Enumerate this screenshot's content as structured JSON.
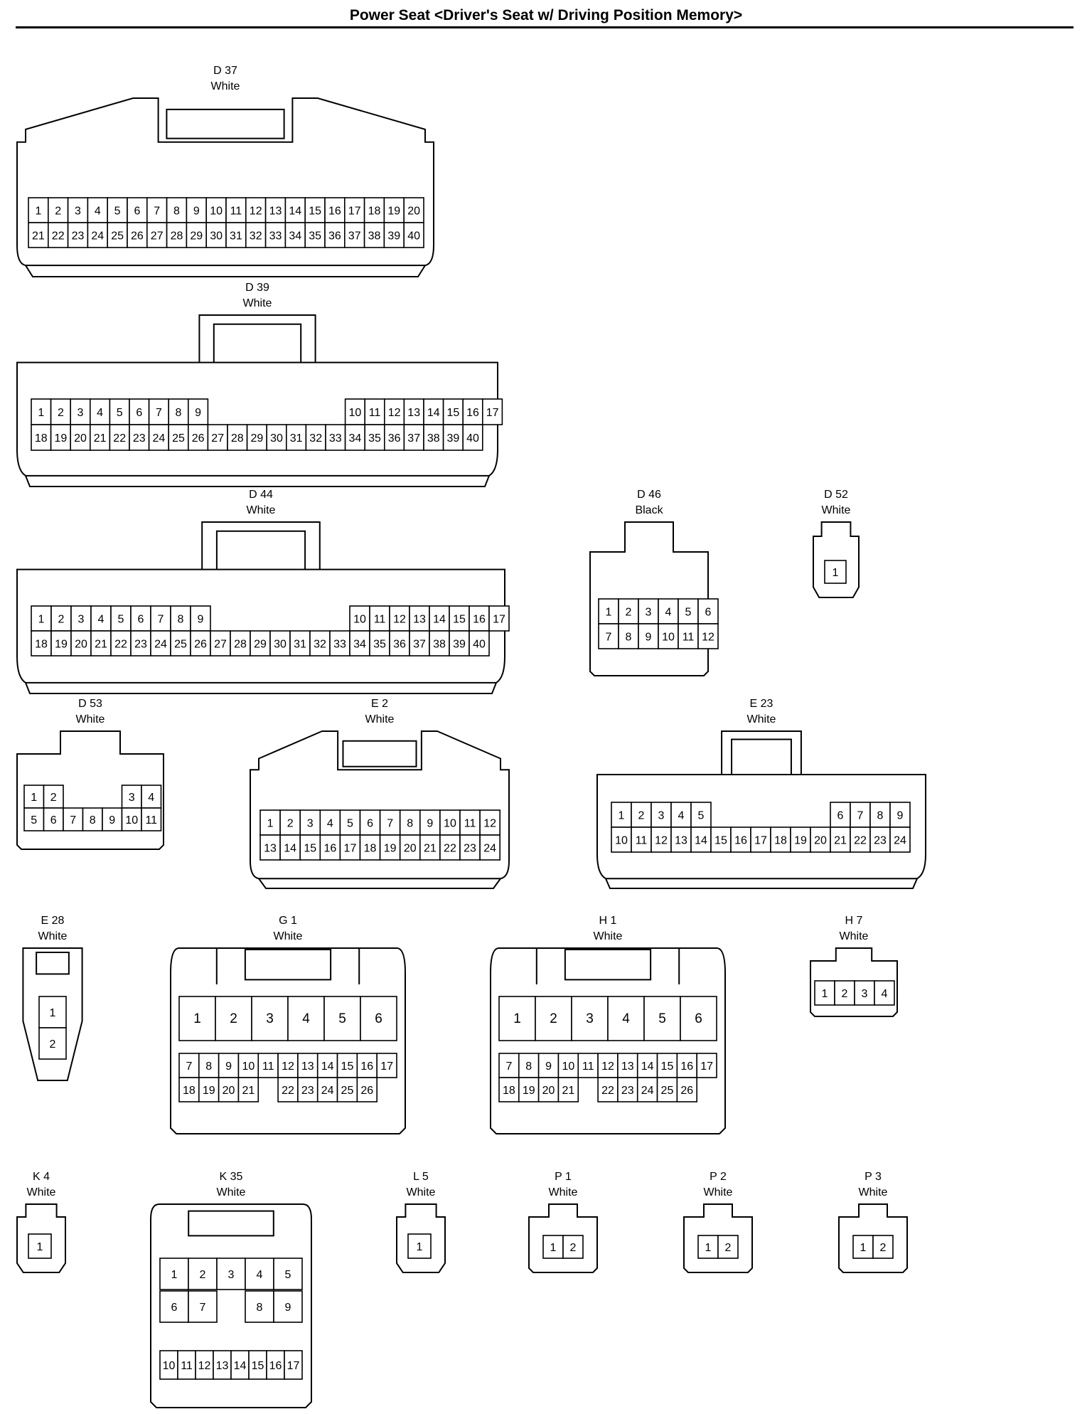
{
  "title": "Power Seat <Driver's Seat w/ Driving Position Memory>",
  "connectors": [
    {
      "id": "D 37",
      "color": "White",
      "rows": [
        [
          "1",
          "2",
          "3",
          "4",
          "5",
          "6",
          "7",
          "8",
          "9",
          "10",
          "11",
          "12",
          "13",
          "14",
          "15",
          "16",
          "17",
          "18",
          "19",
          "20"
        ],
        [
          "21",
          "22",
          "23",
          "24",
          "25",
          "26",
          "27",
          "28",
          "29",
          "30",
          "31",
          "32",
          "33",
          "34",
          "35",
          "36",
          "37",
          "38",
          "39",
          "40"
        ]
      ]
    },
    {
      "id": "D 39",
      "color": "White",
      "rows": [
        [
          "1",
          "2",
          "3",
          "4",
          "5",
          "6",
          "7",
          "8",
          "9",
          "",
          "",
          "",
          "",
          "",
          "",
          "",
          "10",
          "11",
          "12",
          "13",
          "14",
          "15",
          "16",
          "17"
        ],
        [
          "18",
          "19",
          "20",
          "21",
          "22",
          "23",
          "24",
          "25",
          "26",
          "27",
          "28",
          "29",
          "30",
          "31",
          "32",
          "33",
          "34",
          "35",
          "36",
          "37",
          "38",
          "39",
          "40"
        ]
      ]
    },
    {
      "id": "D 44",
      "color": "White",
      "rows": [
        [
          "1",
          "2",
          "3",
          "4",
          "5",
          "6",
          "7",
          "8",
          "9",
          "",
          "",
          "",
          "",
          "",
          "",
          "",
          "10",
          "11",
          "12",
          "13",
          "14",
          "15",
          "16",
          "17"
        ],
        [
          "18",
          "19",
          "20",
          "21",
          "22",
          "23",
          "24",
          "25",
          "26",
          "27",
          "28",
          "29",
          "30",
          "31",
          "32",
          "33",
          "34",
          "35",
          "36",
          "37",
          "38",
          "39",
          "40"
        ]
      ]
    },
    {
      "id": "D 46",
      "color": "Black",
      "rows": [
        [
          "1",
          "2",
          "3",
          "4",
          "5",
          "6"
        ],
        [
          "7",
          "8",
          "9",
          "10",
          "11",
          "12"
        ]
      ]
    },
    {
      "id": "D 52",
      "color": "White",
      "rows": [
        [
          "1"
        ]
      ]
    },
    {
      "id": "D 53",
      "color": "White",
      "rows": [
        [
          "1",
          "2",
          "",
          "",
          "",
          "3",
          "4"
        ],
        [
          "5",
          "6",
          "7",
          "8",
          "9",
          "10",
          "11"
        ]
      ]
    },
    {
      "id": "E 2",
      "color": "White",
      "rows": [
        [
          "1",
          "2",
          "3",
          "4",
          "5",
          "6",
          "7",
          "8",
          "9",
          "10",
          "11",
          "12"
        ],
        [
          "13",
          "14",
          "15",
          "16",
          "17",
          "18",
          "19",
          "20",
          "21",
          "22",
          "23",
          "24"
        ]
      ]
    },
    {
      "id": "E 23",
      "color": "White",
      "rows": [
        [
          "1",
          "2",
          "3",
          "4",
          "5",
          "",
          "",
          "",
          "",
          "",
          "",
          "6",
          "7",
          "8",
          "9"
        ],
        [
          "10",
          "11",
          "12",
          "13",
          "14",
          "15",
          "16",
          "17",
          "18",
          "19",
          "20",
          "21",
          "22",
          "23",
          "24"
        ]
      ]
    },
    {
      "id": "E 28",
      "color": "White",
      "rows": [
        [
          "1"
        ],
        [
          "2"
        ]
      ]
    },
    {
      "id": "G 1",
      "color": "White",
      "rows": [
        [
          "1",
          "2",
          "3",
          "4",
          "5",
          "6"
        ],
        [
          "7",
          "8",
          "9",
          "10",
          "11",
          "12",
          "13",
          "14",
          "15",
          "16",
          "17"
        ],
        [
          "18",
          "19",
          "20",
          "21",
          "",
          "22",
          "23",
          "24",
          "25",
          "26"
        ]
      ]
    },
    {
      "id": "H 1",
      "color": "White",
      "rows": [
        [
          "1",
          "2",
          "3",
          "4",
          "5",
          "6"
        ],
        [
          "7",
          "8",
          "9",
          "10",
          "11",
          "12",
          "13",
          "14",
          "15",
          "16",
          "17"
        ],
        [
          "18",
          "19",
          "20",
          "21",
          "",
          "22",
          "23",
          "24",
          "25",
          "26"
        ]
      ]
    },
    {
      "id": "H 7",
      "color": "White",
      "rows": [
        [
          "1",
          "2",
          "3",
          "4"
        ]
      ]
    },
    {
      "id": "K 4",
      "color": "White",
      "rows": [
        [
          "1"
        ]
      ]
    },
    {
      "id": "K 35",
      "color": "White",
      "rows": [
        [
          "1",
          "2",
          "3",
          "4",
          "5"
        ],
        [
          "6",
          "7",
          "",
          "8",
          "9"
        ],
        [
          "10",
          "11",
          "12",
          "13",
          "14",
          "15",
          "16",
          "17"
        ]
      ]
    },
    {
      "id": "L 5",
      "color": "White",
      "rows": [
        [
          "1"
        ]
      ]
    },
    {
      "id": "P 1",
      "color": "White",
      "rows": [
        [
          "1",
          "2"
        ]
      ]
    },
    {
      "id": "P 2",
      "color": "White",
      "rows": [
        [
          "1",
          "2"
        ]
      ]
    },
    {
      "id": "P 3",
      "color": "White",
      "rows": [
        [
          "1",
          "2"
        ]
      ]
    }
  ]
}
